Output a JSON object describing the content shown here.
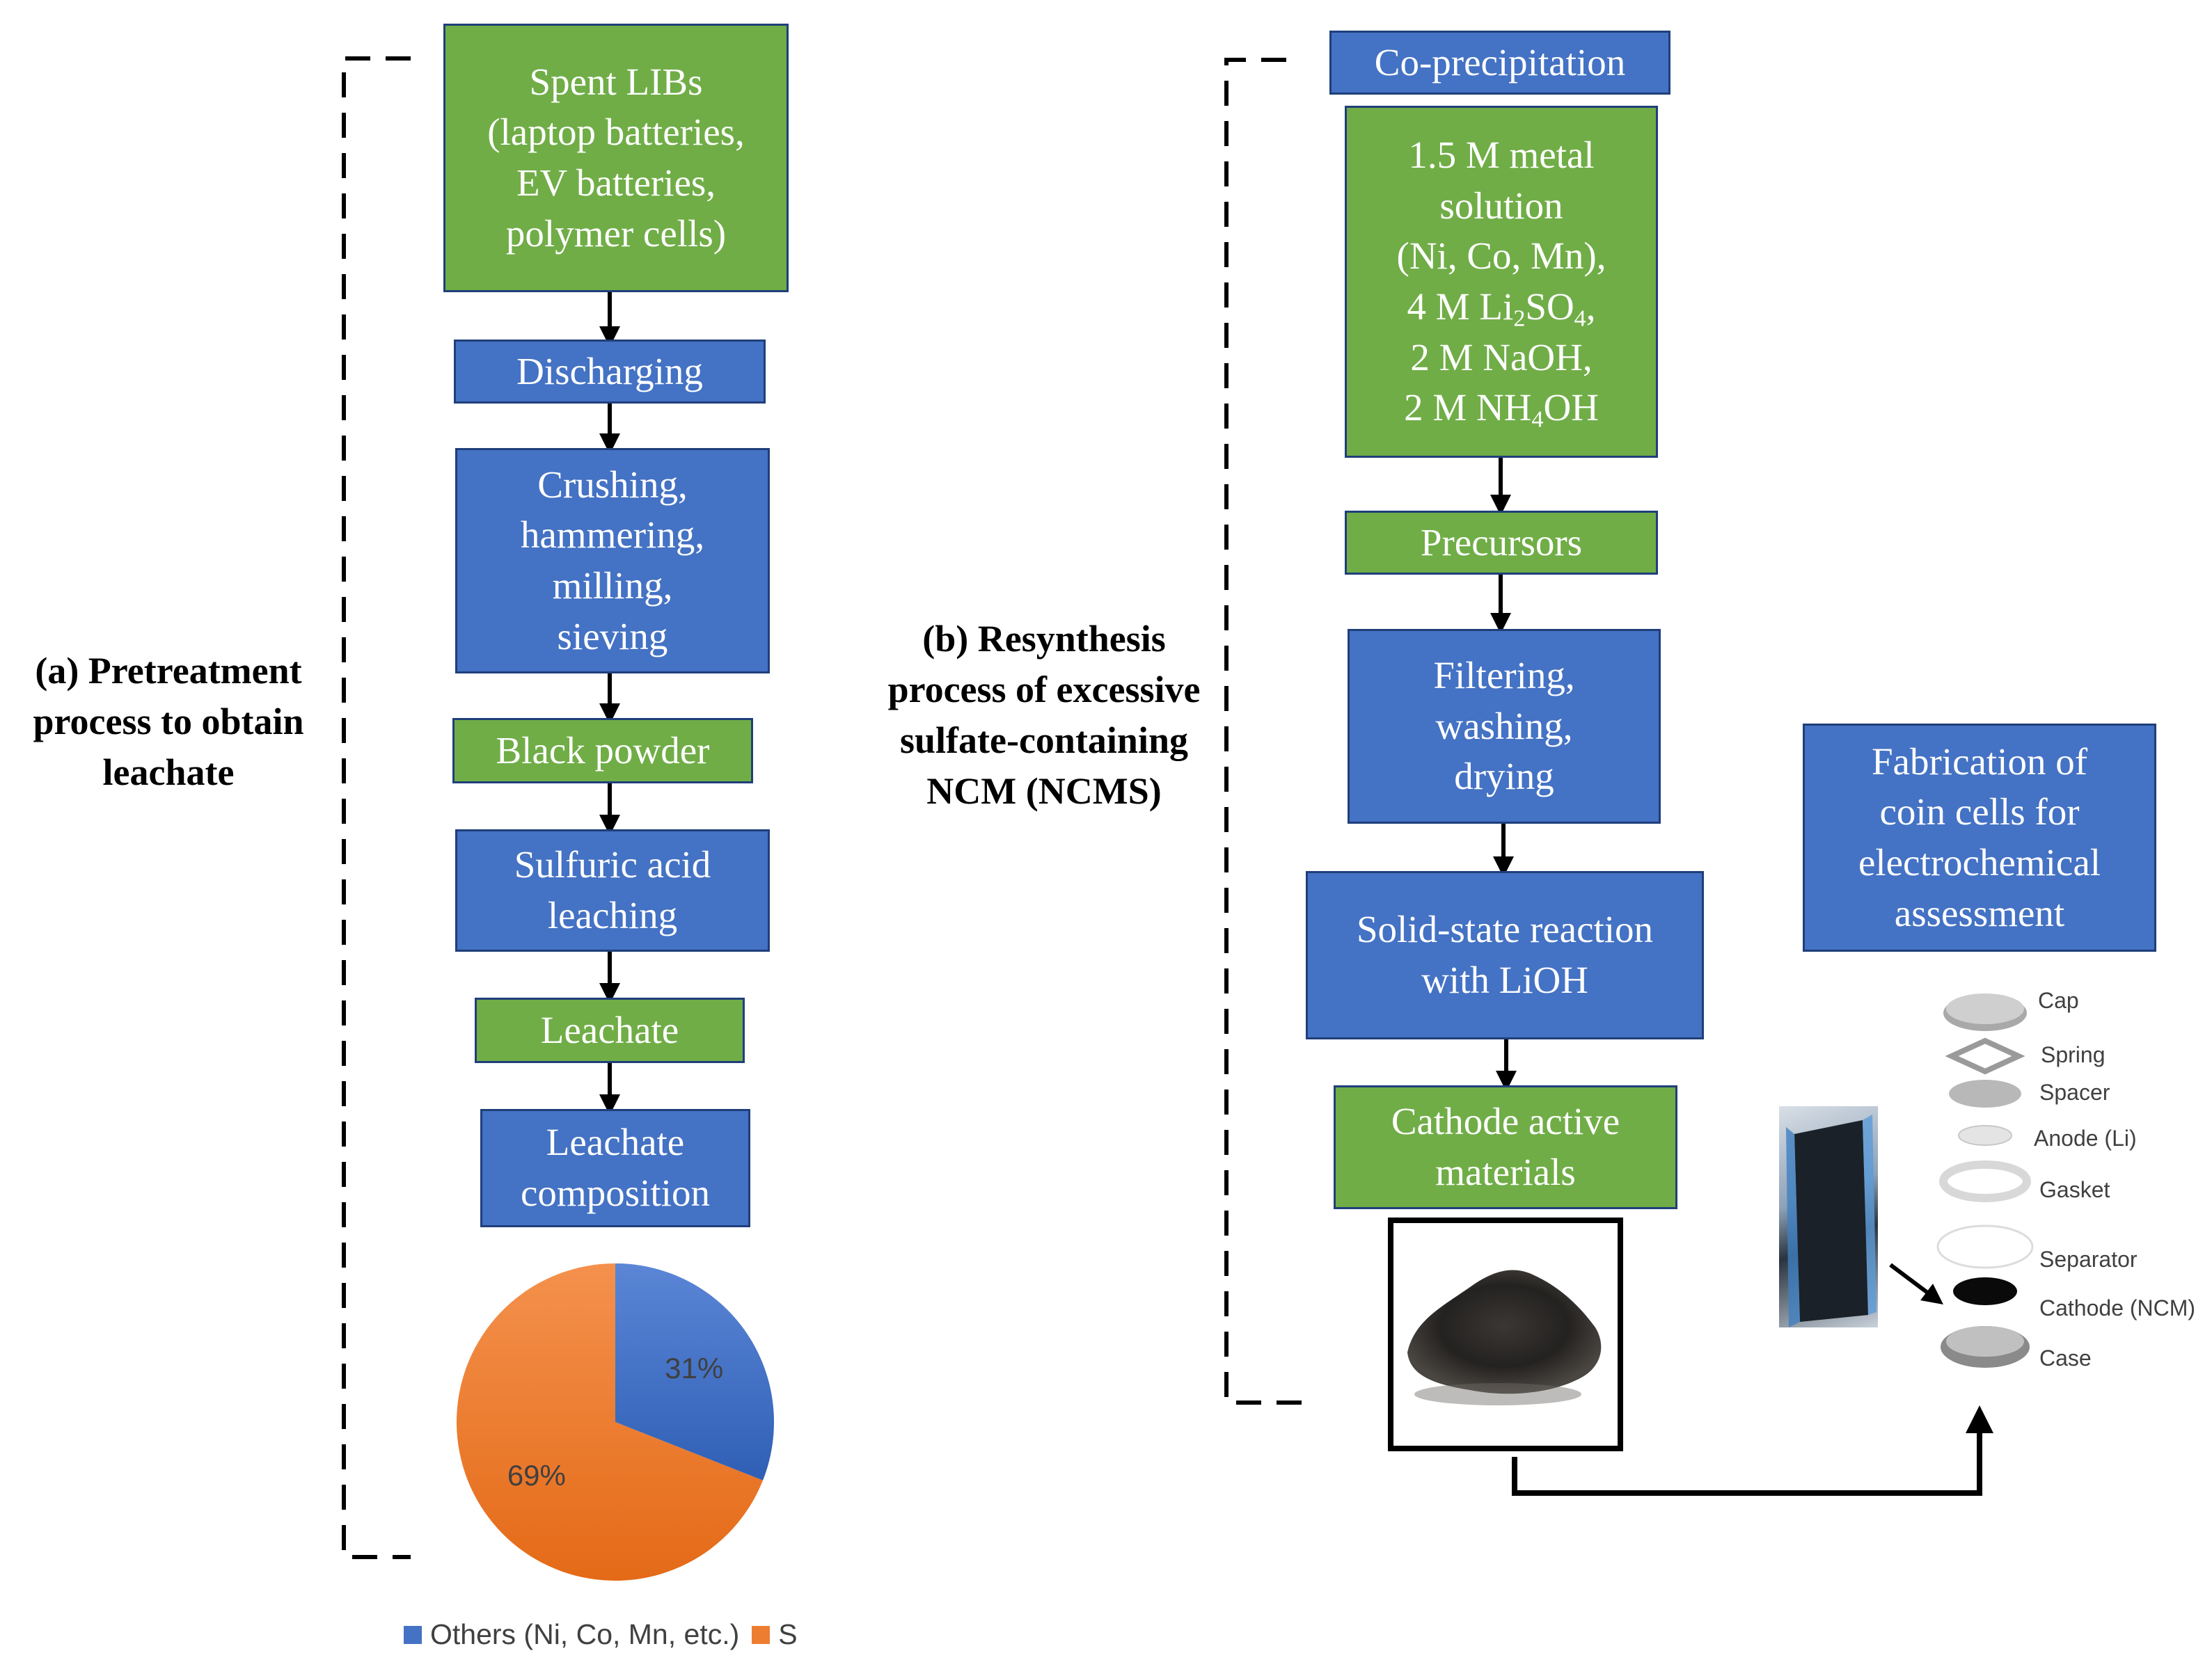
{
  "pretreatment": {
    "label_lines": [
      "(a) Pretreatment",
      "process to obtain",
      "leachate"
    ],
    "steps": [
      {
        "lines": [
          "Spent LIBs",
          "(laptop batteries,",
          "EV batteries,",
          "polymer cells)"
        ]
      },
      {
        "lines": [
          "Discharging"
        ]
      },
      {
        "lines": [
          "Crushing,",
          "hammering,",
          "milling,",
          "sieving"
        ]
      },
      {
        "lines": [
          "Black powder"
        ]
      },
      {
        "lines": [
          "Sulfuric acid",
          "leaching"
        ]
      },
      {
        "lines": [
          "Leachate"
        ]
      },
      {
        "lines": [
          "Leachate",
          "composition"
        ]
      }
    ]
  },
  "resynthesis": {
    "label_lines": [
      "(b) Resynthesis",
      "process of excessive",
      "sulfate-containing",
      "NCM (NCMS)"
    ],
    "coprecipitation": "Co-precipitation",
    "solution": {
      "line1": "1.5 M metal",
      "line2": "solution",
      "line3": "(Ni, Co, Mn),",
      "li_prefix": "4 M Li",
      "li_sub1": "2",
      "li_mid": "SO",
      "li_sub2": "4",
      "li_suffix": ",",
      "naoh": "2 M NaOH,",
      "nh_prefix": "2 M NH",
      "nh_sub": "4",
      "nh_suffix": "OH"
    },
    "precursors": "Precursors",
    "filtering_lines": [
      "Filtering,",
      "washing,",
      "drying"
    ],
    "solid_state_lines": [
      "Solid-state reaction",
      "with LiOH"
    ],
    "cathode_lines": [
      "Cathode active",
      "materials"
    ]
  },
  "fabrication": {
    "lines": [
      "Fabrication of",
      "coin cells for",
      "electrochemical",
      "assessment"
    ],
    "parts": [
      "Cap",
      "Spring",
      "Spacer",
      "Anode (Li)",
      "Gasket",
      "Separator",
      "Cathode (NCM)",
      "Case"
    ]
  },
  "chart_data": {
    "type": "pie",
    "slices": [
      {
        "name": "Others (Ni, Co, Mn, etc.)",
        "value": 31,
        "label": "31%",
        "color": "#4472c4"
      },
      {
        "name": "S",
        "value": 69,
        "label": "69%",
        "color": "#ed7d31"
      }
    ],
    "start_angle_deg": 0,
    "direction": "clockwise",
    "legend_position": "bottom"
  },
  "colors": {
    "green": "#70ad47",
    "blue": "#4472c4",
    "border": "#1f3f7a",
    "orange": "#ed7d31"
  }
}
